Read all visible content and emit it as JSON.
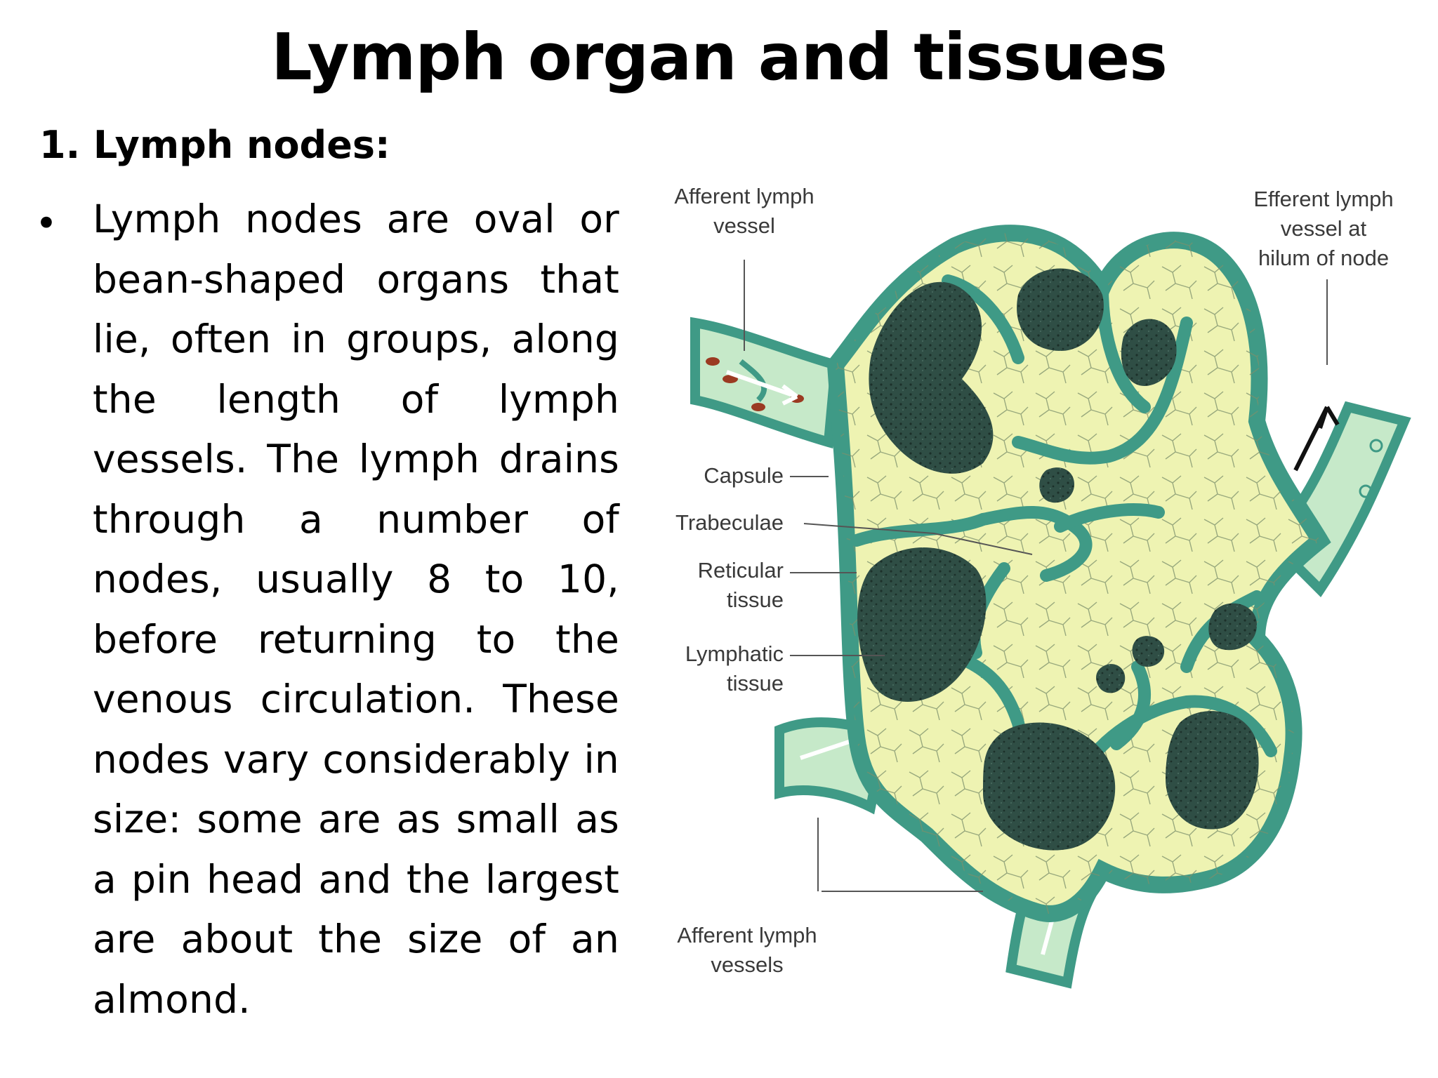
{
  "title": "Lymph organ and tissues",
  "section": {
    "heading": "1. Lymph nodes:",
    "bullet_symbol": "•",
    "paragraph": "Lymph nodes are oval or bean-shaped organs that lie, often in groups, along the length of lymph vessels. The lymph drains through a number of nodes, usually 8 to 10, before returning to the venous circulation. These nodes vary considerably in size: some are as small as a pin head and the largest are about the size of an almond."
  },
  "diagram": {
    "labels": {
      "afferent_top_line1": "Afferent lymph",
      "afferent_top_line2": "vessel",
      "efferent_line1": "Efferent lymph",
      "efferent_line2": "vessel at",
      "efferent_line3": "hilum of node",
      "capsule": "Capsule",
      "trabeculae": "Trabeculae",
      "reticular_line1": "Reticular",
      "reticular_line2": "tissue",
      "lymphatic_line1": "Lymphatic",
      "lymphatic_line2": "tissue",
      "afferent_bottom_line1": "Afferent lymph",
      "afferent_bottom_line2": "vessels"
    },
    "colors": {
      "capsule": "#3f9a86",
      "capsule_dark": "#2b7766",
      "vessel_fill": "#c6e9c9",
      "parenchyma": "#eef3b2",
      "lymphatic_tissue": "#2e4d44",
      "red_cells": "#9b3a22"
    }
  }
}
